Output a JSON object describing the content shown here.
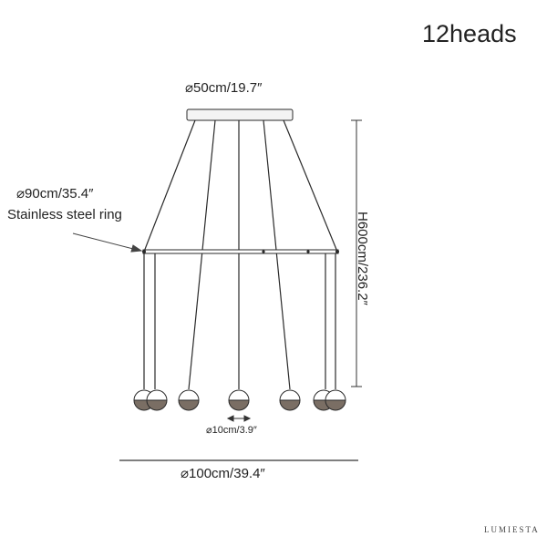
{
  "title": "12heads",
  "dimensions": {
    "canopy": "⌀50cm/19.7″",
    "ring": "⌀90cm/35.4″",
    "ring_description": "Stainless steel ring",
    "height": "H600cm/236.2″",
    "globe": "⌀10cm/3.9″",
    "overall_width": "⌀100cm/39.4″"
  },
  "brand": "LUMIESTA",
  "colors": {
    "line": "#2a2a2a",
    "globe": "#7a6e64",
    "text": "#222222"
  }
}
